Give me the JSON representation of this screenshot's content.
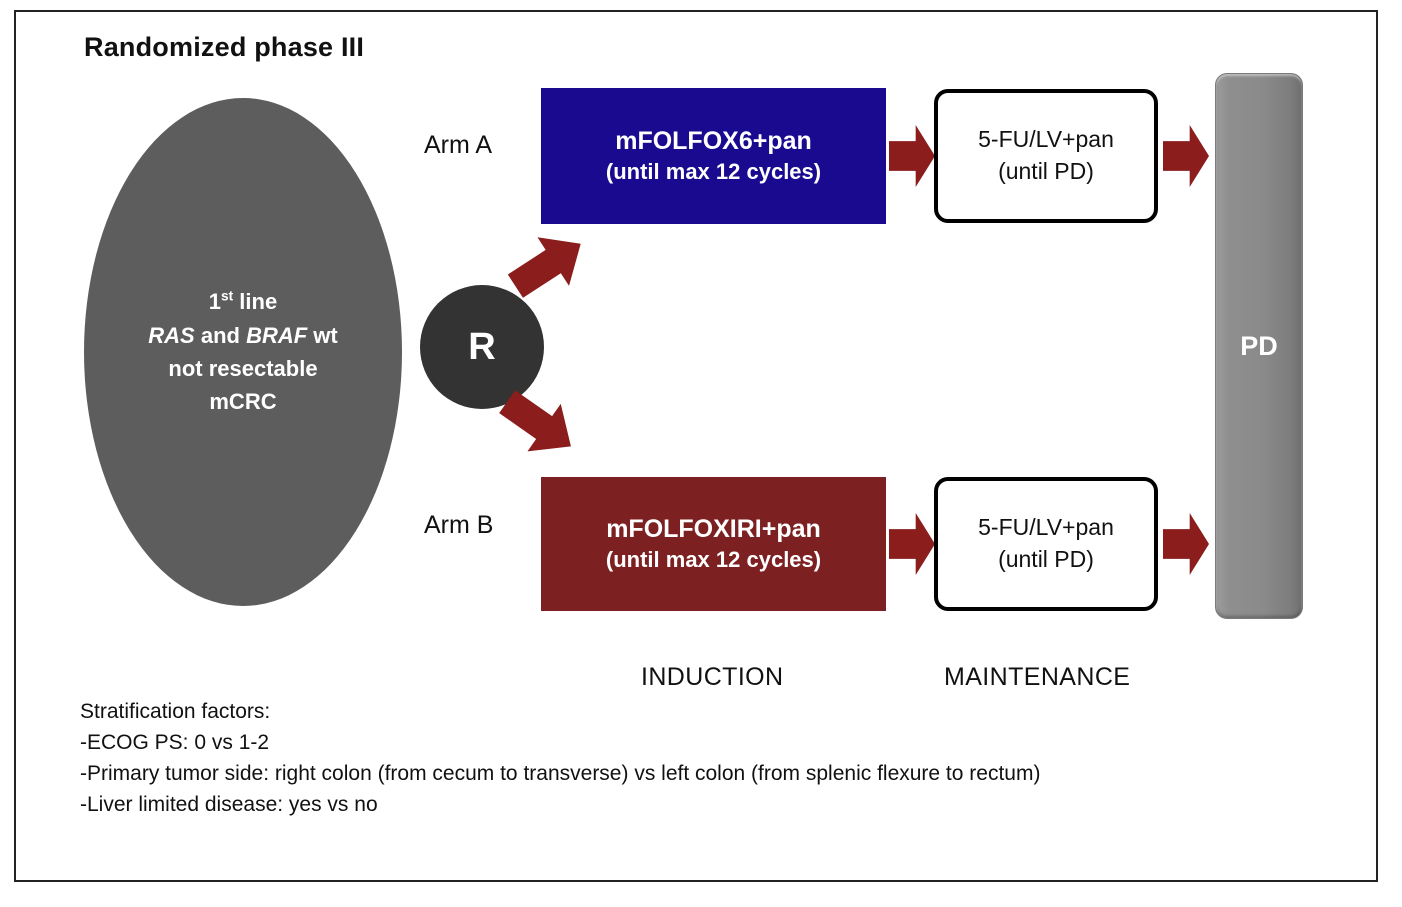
{
  "diagram": {
    "title": "Randomized phase III",
    "population": {
      "line1_prefix": "1",
      "line1_sup": "st",
      "line1_suffix": " line",
      "line2_gene1": "RAS",
      "line2_mid": " and ",
      "line2_gene2": "BRAF",
      "line2_suffix": " wt",
      "line3": "not resectable",
      "line4": "mCRC"
    },
    "randomization": {
      "label": "R"
    },
    "arms": [
      {
        "label": "Arm A",
        "induction_line1": "mFOLFOX6+pan",
        "induction_line2": "(until max 12 cycles)",
        "maintenance_line1": "5-FU/LV+pan",
        "maintenance_line2": "(until PD)"
      },
      {
        "label": "Arm B",
        "induction_line1": "mFOLFOXIRI+pan",
        "induction_line2": "(until max 12 cycles)",
        "maintenance_line1": "5-FU/LV+pan",
        "maintenance_line2": "(until PD)"
      }
    ],
    "endpoint": {
      "label": "PD"
    },
    "phases": {
      "induction": "INDUCTION",
      "maintenance": "MAINTENANCE"
    },
    "stratification": {
      "heading": "Stratification factors:",
      "factors": [
        "-ECOG PS: 0 vs 1-2",
        "-Primary tumor side: right colon (from cecum to transverse) vs left colon (from splenic flexure to rectum)",
        "-Liver limited disease: yes vs no"
      ]
    },
    "colors": {
      "arm_a_box": "#190a8f",
      "arm_b_box": "#7d2022",
      "arrow": "#8b1d1d",
      "population_ellipse": "#5d5d5d",
      "randomization_circle": "#333333",
      "pd_bar": "#8a8a8a",
      "frame_border": "#222222",
      "text": "#111111"
    }
  }
}
